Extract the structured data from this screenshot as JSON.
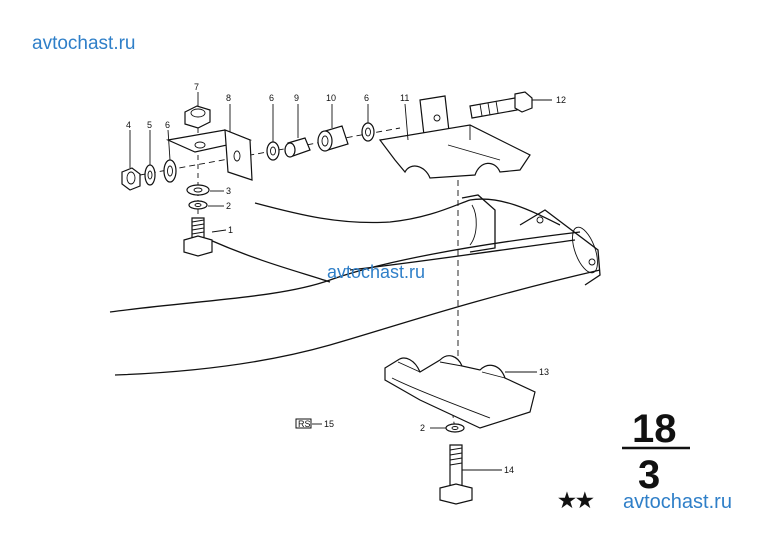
{
  "watermarks": {
    "top": "avtochast.ru",
    "middle": "avtochast.ru",
    "bottom": "avtochast.ru"
  },
  "callouts": {
    "p1": "1",
    "p2a": "2",
    "p2b": "2",
    "p3": "3",
    "p4": "4",
    "p5": "5",
    "p6a": "6",
    "p6b": "6",
    "p6c": "6",
    "p7": "7",
    "p8": "8",
    "p9": "9",
    "p10": "10",
    "p11": "11",
    "p12": "12",
    "p13": "13",
    "p14": "14",
    "p15": "15"
  },
  "badge": "RS",
  "group": {
    "main": "18",
    "sub": "3"
  },
  "stars": "★★"
}
